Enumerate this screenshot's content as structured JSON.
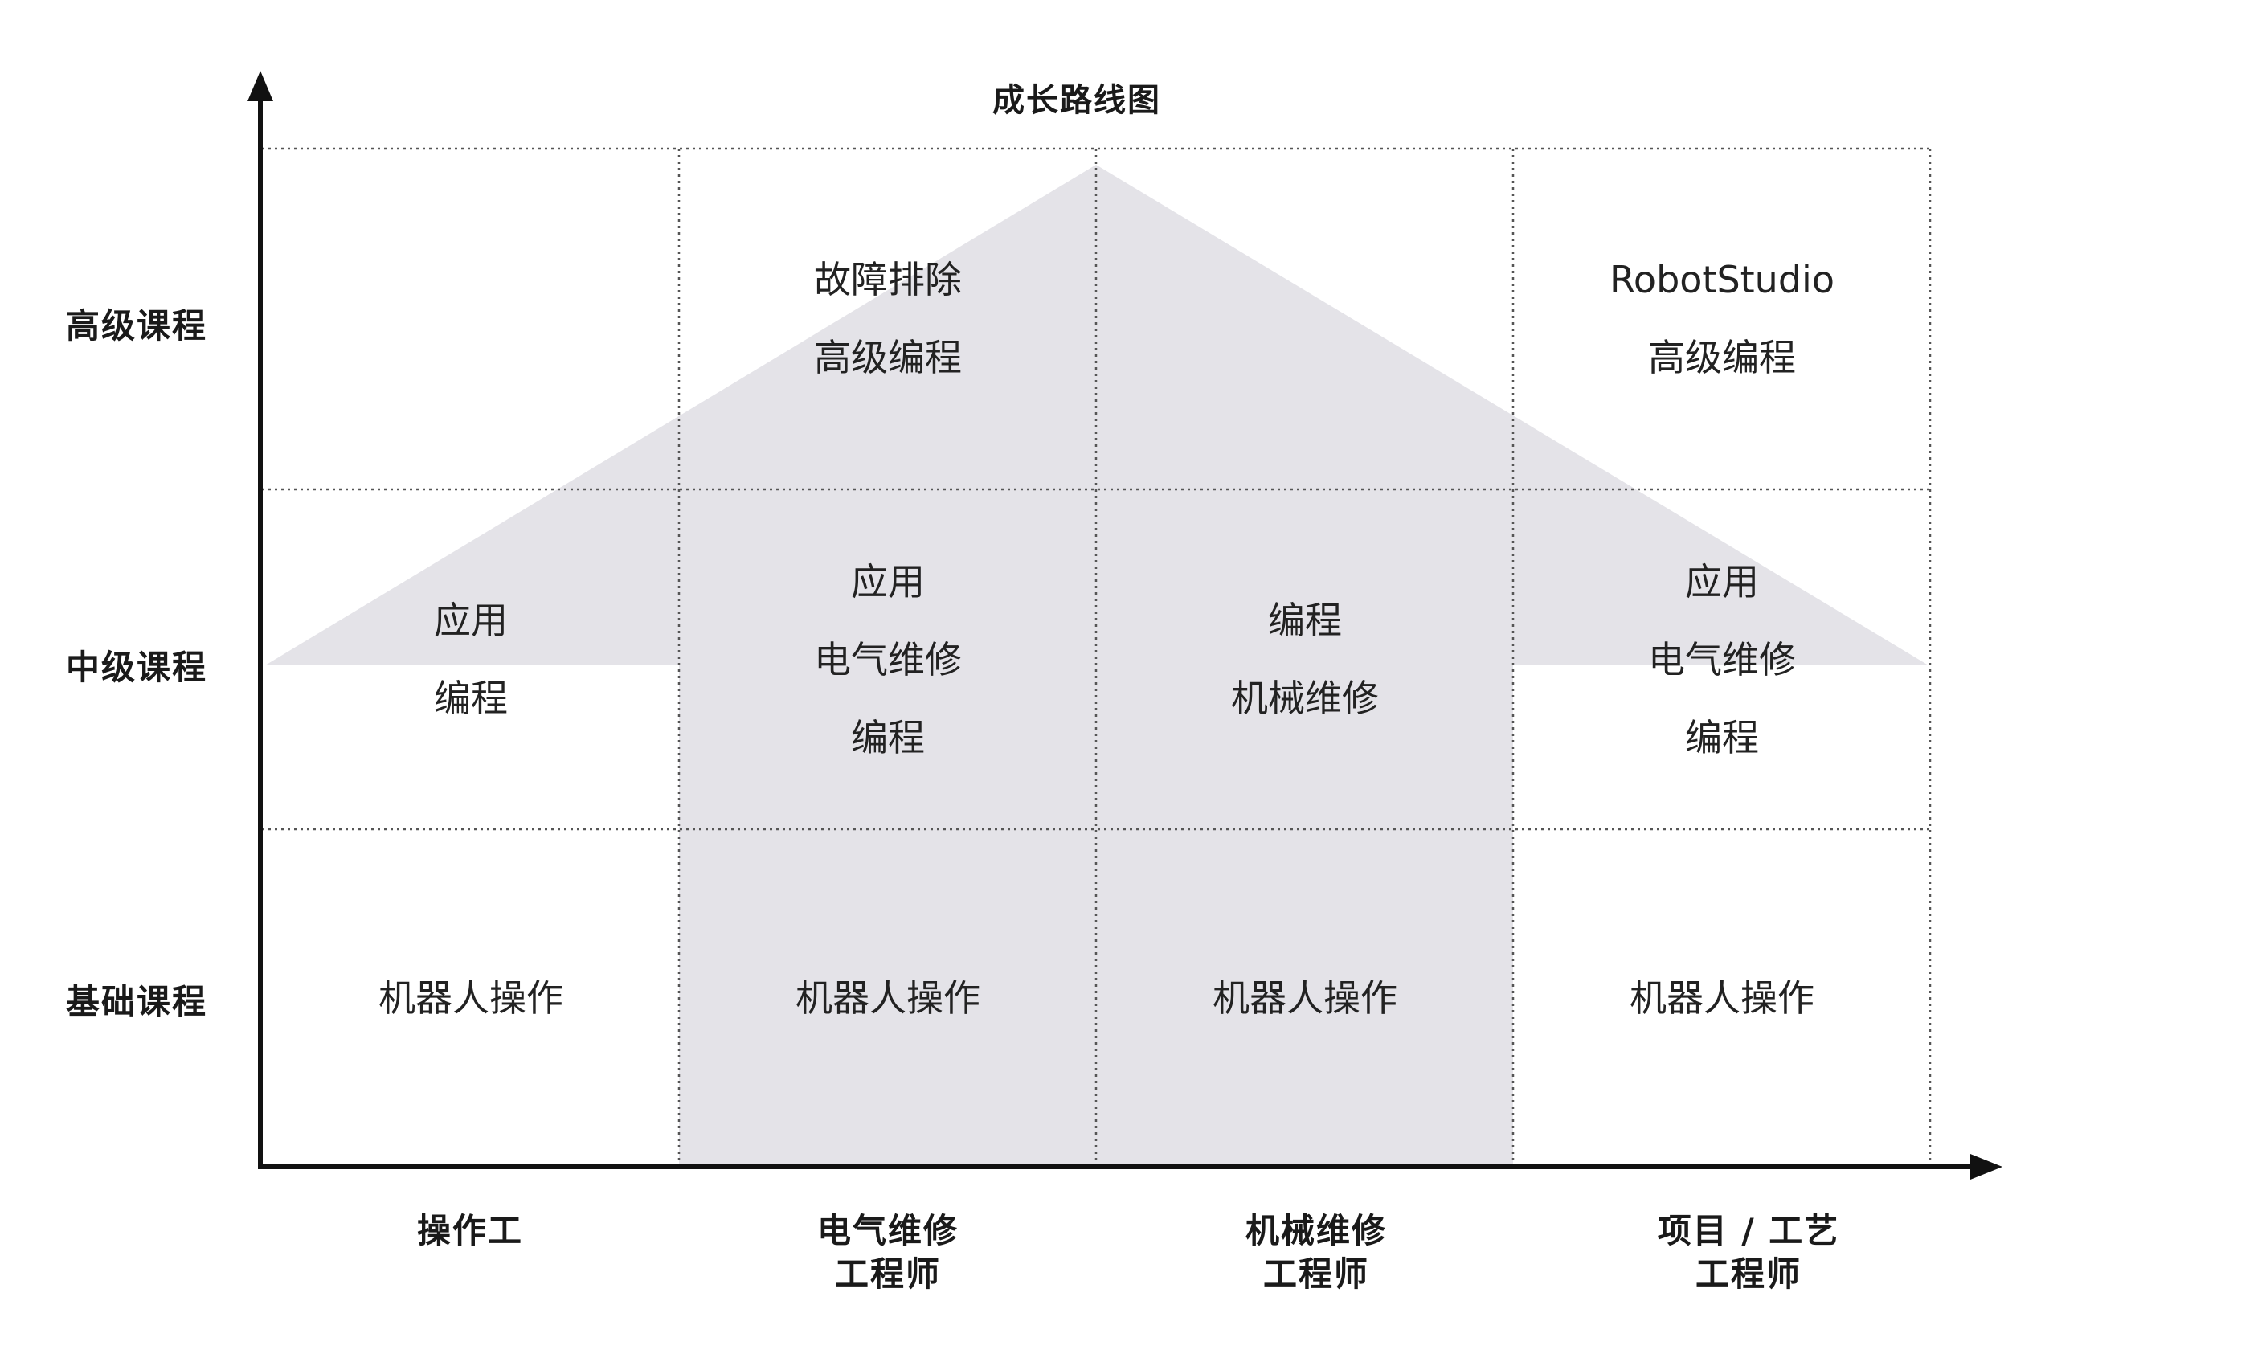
{
  "title": "成长路线图",
  "rows": [
    "高级课程",
    "中级课程",
    "基础课程"
  ],
  "columns": [
    [
      "操作工"
    ],
    [
      "电气维修",
      "工程师"
    ],
    [
      "机械维修",
      "工程师"
    ],
    [
      "项目 / 工艺",
      "工程师"
    ]
  ],
  "cells": {
    "advanced": {
      "col1": [],
      "col2": [
        "故障排除",
        "高级编程"
      ],
      "col3": [],
      "col4": [
        "RobotStudio",
        "高级编程"
      ]
    },
    "intermediate": {
      "col1": [
        "应用",
        "编程"
      ],
      "col2": [
        "应用",
        "电气维修",
        "编程"
      ],
      "col3": [
        "编程",
        "机械维修"
      ],
      "col4": [
        "应用",
        "电气维修",
        "编程"
      ]
    },
    "basic": {
      "col1": [
        "机器人操作"
      ],
      "col2": [
        "机器人操作"
      ],
      "col3": [
        "机器人操作"
      ],
      "col4": [
        "机器人操作"
      ]
    }
  },
  "colors": {
    "highlight": "#e4e3e8",
    "axis": "#111111",
    "grid": "#555555"
  }
}
